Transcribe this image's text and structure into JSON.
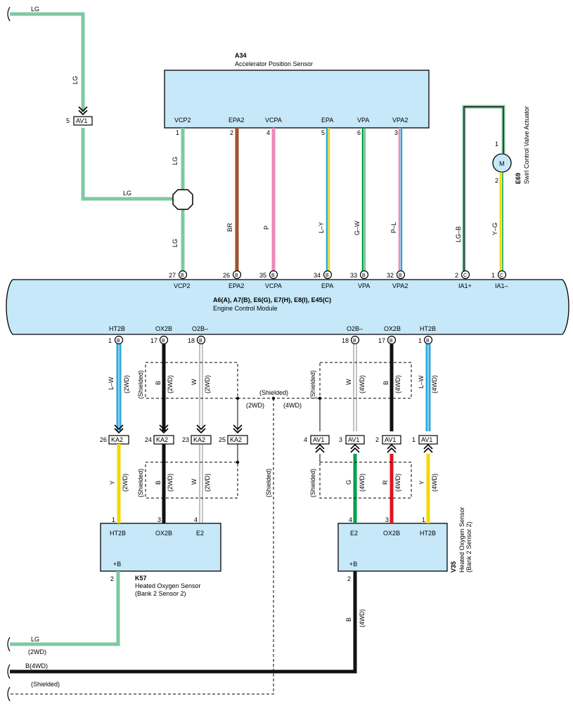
{
  "components": {
    "a34": {
      "code": "A34",
      "name": "Accelerator Position Sensor"
    },
    "ecm": {
      "code": "A6(A), A7(B), E6(G), E7(H), E8(I), E45(C)",
      "name": "Engine Control Module"
    },
    "e69": {
      "code": "E69",
      "name": "Swirl Control Valve Actuator",
      "motor": "M"
    },
    "k57": {
      "code": "K57",
      "name": "Heated Oxygen Sensor",
      "sub": "(Bank 2 Sensor 2)"
    },
    "v35": {
      "code": "V35",
      "name": "Heated Oxygen Sensor",
      "sub": "(Bank 2 Sensor 2)"
    }
  },
  "a34_pins": [
    {
      "name": "VCP2",
      "num": "1"
    },
    {
      "name": "EPA2",
      "num": "2"
    },
    {
      "name": "VCPA",
      "num": "4"
    },
    {
      "name": "EPA",
      "num": "5"
    },
    {
      "name": "VPA",
      "num": "6"
    },
    {
      "name": "VPA2",
      "num": "3"
    }
  ],
  "ecm_top_pins": [
    {
      "name": "VCP2",
      "num": "27",
      "conn": "B"
    },
    {
      "name": "EPA2",
      "num": "26",
      "conn": "B"
    },
    {
      "name": "VCPA",
      "num": "35",
      "conn": "B"
    },
    {
      "name": "EPA",
      "num": "34",
      "conn": "B"
    },
    {
      "name": "VPA",
      "num": "33",
      "conn": "B"
    },
    {
      "name": "VPA2",
      "num": "32",
      "conn": "B"
    },
    {
      "name": "IA1+",
      "num": "2",
      "conn": "C"
    },
    {
      "name": "IA1–",
      "num": "1",
      "conn": "C"
    }
  ],
  "ecm_bottom_pins": [
    {
      "name": "HT2B",
      "num": "1",
      "conn": "B"
    },
    {
      "name": "OX2B",
      "num": "17",
      "conn": "B"
    },
    {
      "name": "O2B–",
      "num": "18",
      "conn": "B"
    },
    {
      "name": "O2B–",
      "num": "18",
      "conn": "B"
    },
    {
      "name": "OX2B",
      "num": "17",
      "conn": "B"
    },
    {
      "name": "HT2B",
      "num": "1",
      "conn": "B"
    }
  ],
  "wire_colors": {
    "LG": "#7ec8a0",
    "BR": "#a0522d",
    "P": "#ee88bb",
    "L": "#2aa8dd",
    "Y": "#f5d800",
    "G": "#00a04a",
    "W": "#ffffff",
    "B": "#111111",
    "R": "#e0141e",
    "component_fill": "#c6e8f8"
  },
  "wire_labels": {
    "lg": "LG",
    "br": "BR",
    "p": "P",
    "ly": "L–Y",
    "gw": "G–W",
    "pl": "P–L",
    "lgb": "LG–B",
    "yg": "Y–G",
    "lw": "L–W",
    "b": "B",
    "w": "W",
    "y": "Y",
    "g": "G",
    "r": "R",
    "b4wd": "B(4WD)"
  },
  "notes": {
    "wd2": "(2WD)",
    "wd4": "(4WD)",
    "shielded": "(Shielded)"
  },
  "connectors": {
    "av1": "AV1",
    "ka2": "KA2",
    "av1_top_num": "5",
    "ka2_nums": [
      "26",
      "24",
      "23",
      "25"
    ],
    "av1_nums": [
      "4",
      "3",
      "2",
      "1"
    ]
  },
  "k57_pins": [
    {
      "name": "HT2B",
      "num": "1"
    },
    {
      "name": "OX2B",
      "num": "3"
    },
    {
      "name": "E2",
      "num": "4"
    },
    {
      "name": "+B",
      "num": "2"
    }
  ],
  "v35_pins": [
    {
      "name": "E2",
      "num": "4"
    },
    {
      "name": "OX2B",
      "num": "3"
    },
    {
      "name": "HT2B",
      "num": "1"
    },
    {
      "name": "+B",
      "num": "2"
    }
  ],
  "e69_pins": {
    "top": "1",
    "bottom": "2"
  }
}
